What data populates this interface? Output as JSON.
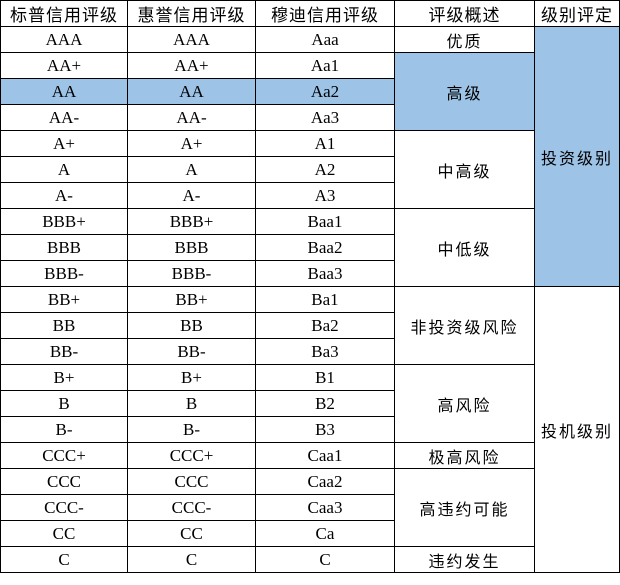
{
  "table": {
    "headers": [
      "标普信用评级",
      "惠誉信用评级",
      "穆迪信用评级",
      "评级概述",
      "级别评定"
    ],
    "colors": {
      "highlight": "#9DC3E6"
    },
    "highlighted_row": "AA",
    "rows": [
      {
        "sp": "AAA",
        "fitch": "AAA",
        "moodys": "Aaa"
      },
      {
        "sp": "AA+",
        "fitch": "AA+",
        "moodys": "Aa1"
      },
      {
        "sp": "AA",
        "fitch": "AA",
        "moodys": "Aa2"
      },
      {
        "sp": "AA-",
        "fitch": "AA-",
        "moodys": "Aa3"
      },
      {
        "sp": "A+",
        "fitch": "A+",
        "moodys": "A1"
      },
      {
        "sp": "A",
        "fitch": "A",
        "moodys": "A2"
      },
      {
        "sp": "A-",
        "fitch": "A-",
        "moodys": "A3"
      },
      {
        "sp": "BBB+",
        "fitch": "BBB+",
        "moodys": "Baa1"
      },
      {
        "sp": "BBB",
        "fitch": "BBB",
        "moodys": "Baa2"
      },
      {
        "sp": "BBB-",
        "fitch": "BBB-",
        "moodys": "Baa3"
      },
      {
        "sp": "BB+",
        "fitch": "BB+",
        "moodys": "Ba1"
      },
      {
        "sp": "BB",
        "fitch": "BB",
        "moodys": "Ba2"
      },
      {
        "sp": "BB-",
        "fitch": "BB-",
        "moodys": "Ba3"
      },
      {
        "sp": "B+",
        "fitch": "B+",
        "moodys": "B1"
      },
      {
        "sp": "B",
        "fitch": "B",
        "moodys": "B2"
      },
      {
        "sp": "B-",
        "fitch": "B-",
        "moodys": "B3"
      },
      {
        "sp": "CCC+",
        "fitch": "CCC+",
        "moodys": "Caa1"
      },
      {
        "sp": "CCC",
        "fitch": "CCC",
        "moodys": "Caa2"
      },
      {
        "sp": "CCC-",
        "fitch": "CCC-",
        "moodys": "Caa3"
      },
      {
        "sp": "CC",
        "fitch": "CC",
        "moodys": "Ca"
      },
      {
        "sp": "C",
        "fitch": "C",
        "moodys": "C"
      }
    ],
    "descriptions": [
      {
        "label": "优质",
        "start": 0,
        "span": 1,
        "highlight": false
      },
      {
        "label": "高级",
        "start": 1,
        "span": 3,
        "highlight": true
      },
      {
        "label": "中高级",
        "start": 4,
        "span": 3,
        "highlight": false
      },
      {
        "label": "中低级",
        "start": 7,
        "span": 3,
        "highlight": false
      },
      {
        "label": "非投资级风险",
        "start": 10,
        "span": 3,
        "highlight": false
      },
      {
        "label": "高风险",
        "start": 13,
        "span": 3,
        "highlight": false
      },
      {
        "label": "极高风险",
        "start": 16,
        "span": 1,
        "highlight": false
      },
      {
        "label": "高违约可能",
        "start": 17,
        "span": 3,
        "highlight": false
      },
      {
        "label": "违约发生",
        "start": 20,
        "span": 1,
        "highlight": false
      }
    ],
    "grades": [
      {
        "label": "投资级别",
        "start": 0,
        "span": 10,
        "highlight": true
      },
      {
        "label": "投机级别",
        "start": 10,
        "span": 11,
        "highlight": false
      }
    ]
  }
}
